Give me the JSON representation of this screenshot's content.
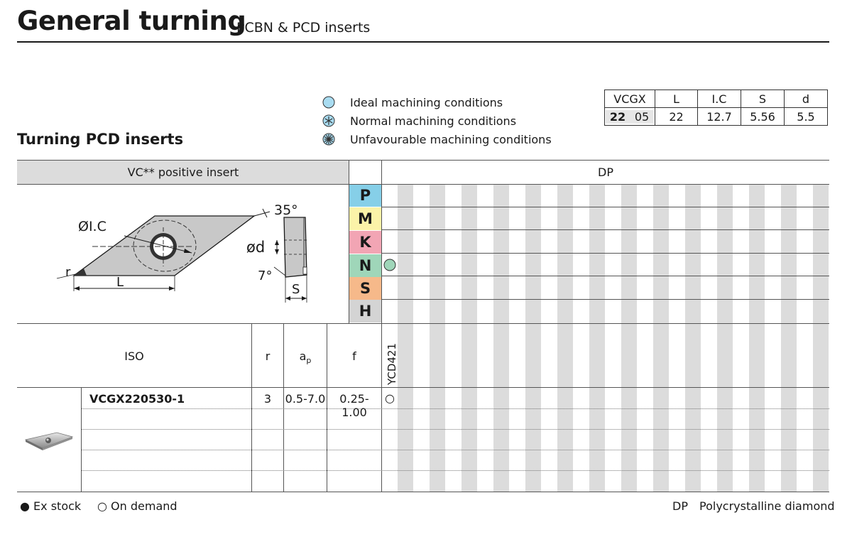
{
  "header": {
    "title": "General turning",
    "subtitle": "PCBN & PCD inserts"
  },
  "section_title": "Turning PCD inserts",
  "legend": [
    {
      "icon": "ideal-circle-icon",
      "label": "Ideal machining conditions"
    },
    {
      "icon": "normal-snowflake-icon",
      "label": "Normal machining conditions"
    },
    {
      "icon": "unfavourable-snowflake-icon",
      "label": "Unfavourable machining conditions"
    }
  ],
  "spec_table": {
    "headers": [
      "VCGX",
      "L",
      "I.C",
      "S",
      "d"
    ],
    "row": {
      "code_a": "22",
      "code_b": "05",
      "L": "22",
      "IC": "12.7",
      "S": "5.56",
      "d": "5.5"
    }
  },
  "insert_header": "VC** positive insert",
  "dp_header": "DP",
  "drawing_labels": {
    "ic": "ØI.C",
    "angle": "35°",
    "d": "ød",
    "clearance": "7°",
    "r": "r",
    "L": "L",
    "S": "S"
  },
  "materials": [
    {
      "letter": "P",
      "color": "#86cfe8"
    },
    {
      "letter": "M",
      "color": "#fbf3a8"
    },
    {
      "letter": "K",
      "color": "#f2a5b4"
    },
    {
      "letter": "N",
      "color": "#9fd6b9"
    },
    {
      "letter": "S",
      "color": "#f6b98a"
    },
    {
      "letter": "H",
      "color": "#d4d4d4"
    }
  ],
  "material_n_condition": "ideal",
  "columns": {
    "iso": "ISO",
    "r": "r",
    "ap": "a",
    "ap_sub": "p",
    "f": "f",
    "grade": "YCD421"
  },
  "rows": [
    {
      "iso": "VCGX220530-1",
      "r": "3",
      "ap": "0.5-7.0",
      "f": "0.25-1.00",
      "availability": "○"
    }
  ],
  "footer": {
    "ex_stock": "● Ex stock",
    "on_demand": "○ On demand",
    "dp_abbr": "DP",
    "dp_desc": "Polycrystalline diamond"
  }
}
